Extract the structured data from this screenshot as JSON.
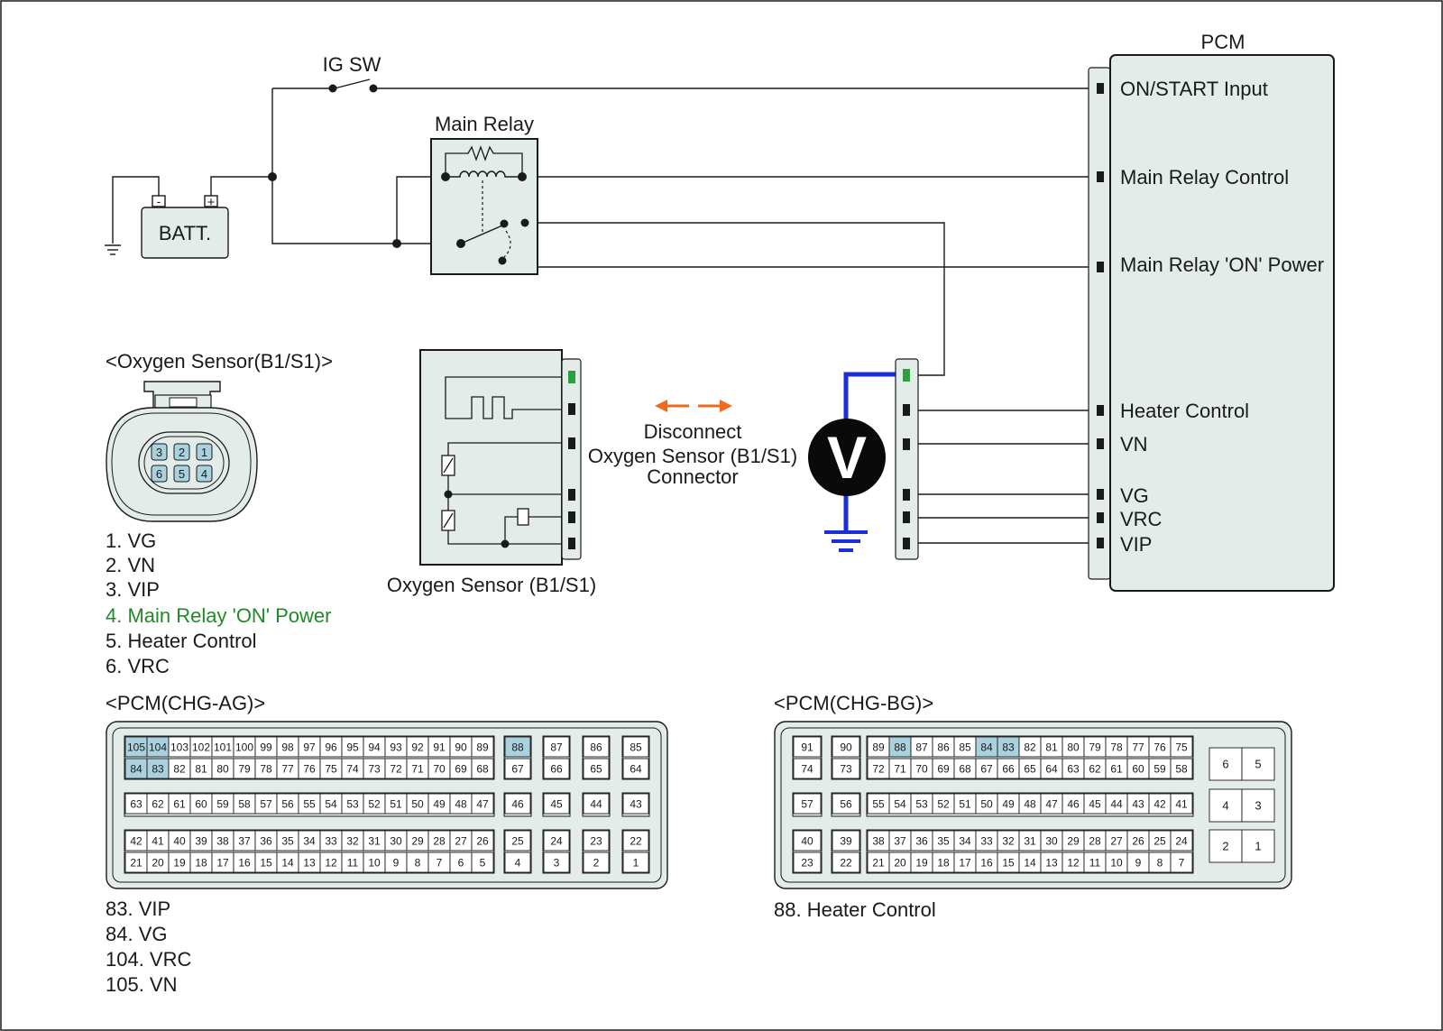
{
  "labels": {
    "ig_sw": "IG SW",
    "main_relay": "Main Relay",
    "batt": "BATT.",
    "pcm": "PCM",
    "sensor_heading": "<Oxygen Sensor(B1/S1)>",
    "sensor_caption": "Oxygen Sensor (B1/S1)",
    "disconnect": [
      "Disconnect",
      "Oxygen Sensor (B1/S1)",
      "Connector"
    ],
    "voltmeter": "V",
    "pcm_ag_heading": "<PCM(CHG-AG)>",
    "pcm_bg_heading": "<PCM(CHG-BG)>"
  },
  "pcm_terminals": [
    "ON/START Input",
    "Main Relay Control",
    "Main Relay 'ON' Power",
    "Heater Control",
    "VN",
    "VG",
    "VRC",
    "VIP"
  ],
  "sensor_pins": [
    "1",
    "2",
    "3",
    "4",
    "5",
    "6"
  ],
  "sensor_pin_list": [
    {
      "text": "1. VG",
      "highlight": false
    },
    {
      "text": "2. VN",
      "highlight": false
    },
    {
      "text": "3. VIP",
      "highlight": false
    },
    {
      "text": "4. Main Relay 'ON' Power",
      "highlight": true
    },
    {
      "text": "5. Heater Control",
      "highlight": false
    },
    {
      "text": "6. VRC",
      "highlight": false
    }
  ],
  "ag_pin_list": [
    "83. VIP",
    "84. VG",
    "104. VRC",
    "105. VN"
  ],
  "bg_pin_list": [
    "88. Heater Control"
  ],
  "ag_pins": {
    "row1": [
      "105",
      "104",
      "103",
      "102",
      "101",
      "100",
      "99",
      "98",
      "97",
      "96",
      "95",
      "94",
      "93",
      "92",
      "91",
      "90",
      "89"
    ],
    "row2": [
      "84",
      "83",
      "82",
      "81",
      "80",
      "79",
      "78",
      "77",
      "76",
      "75",
      "74",
      "73",
      "72",
      "71",
      "70",
      "69",
      "68"
    ],
    "row3": [
      "63",
      "62",
      "61",
      "60",
      "59",
      "58",
      "57",
      "56",
      "55",
      "54",
      "53",
      "52",
      "51",
      "50",
      "49",
      "48",
      "47"
    ],
    "row4": [
      "42",
      "41",
      "40",
      "39",
      "38",
      "37",
      "36",
      "35",
      "34",
      "33",
      "32",
      "31",
      "30",
      "29",
      "28",
      "27",
      "26"
    ],
    "row5": [
      "21",
      "20",
      "19",
      "18",
      "17",
      "16",
      "15",
      "14",
      "13",
      "12",
      "11",
      "10",
      "9",
      "8",
      "7",
      "6",
      "5"
    ],
    "singles": [
      [
        "88",
        "67"
      ],
      [
        "87",
        "66"
      ],
      [
        "86",
        "65"
      ],
      [
        "85",
        "64"
      ]
    ],
    "singles_mid": [
      "46",
      "45",
      "44",
      "43"
    ],
    "singles_bot": [
      [
        "25",
        "4"
      ],
      [
        "24",
        "3"
      ],
      [
        "23",
        "2"
      ],
      [
        "22",
        "1"
      ]
    ]
  },
  "bg_pins": {
    "left_top": [
      [
        "91",
        "74"
      ],
      [
        "90",
        "73"
      ]
    ],
    "left_mid": [
      "57",
      "56"
    ],
    "left_bot": [
      [
        "40",
        "23"
      ],
      [
        "39",
        "22"
      ]
    ],
    "row1": [
      "89",
      "88",
      "87",
      "86",
      "85",
      "84",
      "83",
      "82",
      "81",
      "80",
      "79",
      "78",
      "77",
      "76",
      "75"
    ],
    "row2": [
      "72",
      "71",
      "70",
      "69",
      "68",
      "67",
      "66",
      "65",
      "64",
      "63",
      "62",
      "61",
      "60",
      "59",
      "58"
    ],
    "row3": [
      "55",
      "54",
      "53",
      "52",
      "51",
      "50",
      "49",
      "48",
      "47",
      "46",
      "45",
      "44",
      "43",
      "42",
      "41"
    ],
    "row4": [
      "38",
      "37",
      "36",
      "35",
      "34",
      "33",
      "32",
      "31",
      "30",
      "29",
      "28",
      "27",
      "26",
      "25",
      "24"
    ],
    "row5": [
      "21",
      "20",
      "19",
      "18",
      "17",
      "16",
      "15",
      "14",
      "13",
      "12",
      "11",
      "10",
      "9",
      "8",
      "7"
    ],
    "right": [
      [
        "6",
        "5"
      ],
      [
        "4",
        "3"
      ],
      [
        "2",
        "1"
      ]
    ]
  },
  "highlighted_pins": [
    "105",
    "104",
    "84",
    "83",
    "88"
  ],
  "colors": {
    "line": "#1a1a1a",
    "fill_box": "#e3ece9",
    "pin_highlight": "#a9d2de",
    "measure_wire": "#1a2fd6",
    "green_text": "#1f8a26",
    "green_pin": "#2aa13a",
    "arrow": "#ef6a1f"
  }
}
